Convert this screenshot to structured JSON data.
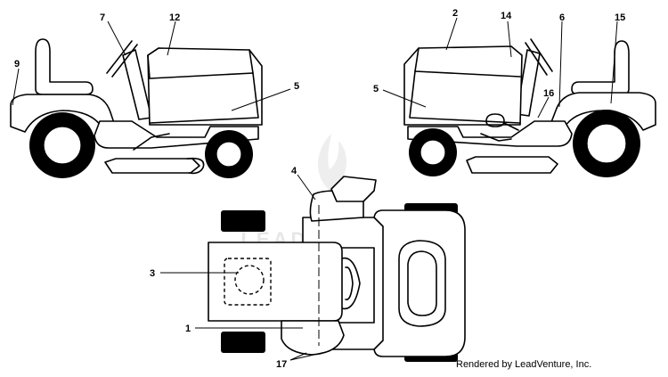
{
  "callouts": [
    {
      "id": "7",
      "label": "7"
    },
    {
      "id": "12",
      "label": "12"
    },
    {
      "id": "9",
      "label": "9"
    },
    {
      "id": "5a",
      "label": "5"
    },
    {
      "id": "2",
      "label": "2"
    },
    {
      "id": "14",
      "label": "14"
    },
    {
      "id": "6",
      "label": "6"
    },
    {
      "id": "15",
      "label": "15"
    },
    {
      "id": "5b",
      "label": "5"
    },
    {
      "id": "16",
      "label": "16"
    },
    {
      "id": "4",
      "label": "4"
    },
    {
      "id": "3",
      "label": "3"
    },
    {
      "id": "1",
      "label": "1"
    },
    {
      "id": "17",
      "label": "17"
    }
  ],
  "watermark": "LEADVENTURE",
  "credit": "Rendered by LeadVenture, Inc."
}
